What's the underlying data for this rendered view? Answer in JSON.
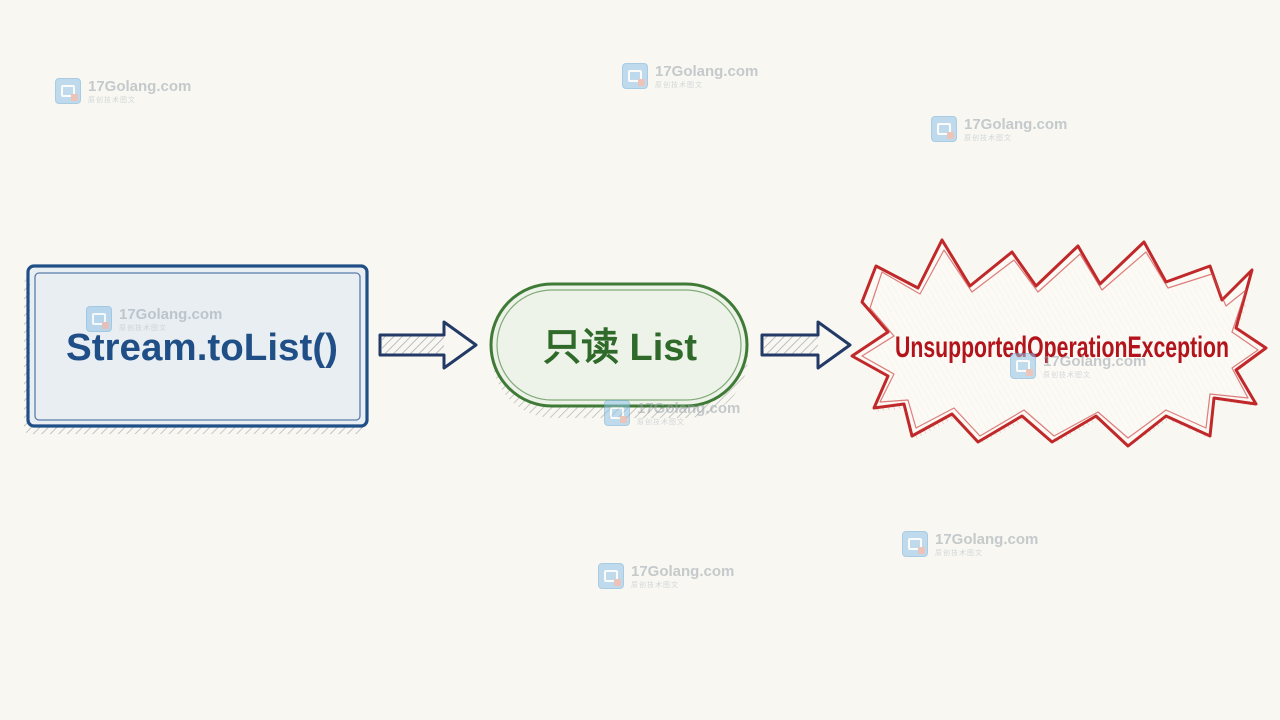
{
  "diagram": {
    "nodes": {
      "source": {
        "label": "Stream.toList()"
      },
      "result": {
        "label": "只读 List"
      },
      "error": {
        "label": "UnsupportedOperationException"
      }
    },
    "colors": {
      "background": "#f8f7f2",
      "source_stroke": "#1f4f86",
      "source_fill": "#e9eef3",
      "source_text": "#1f4f86",
      "result_stroke": "#3f7a36",
      "result_fill": "#eef3ea",
      "result_text": "#2f6a2a",
      "error_stroke": "#c0282a",
      "error_text": "#b3141c",
      "arrow": "#243a66"
    }
  },
  "watermark": {
    "site": "17Golang.com",
    "subtitle": "原创技术图文"
  }
}
